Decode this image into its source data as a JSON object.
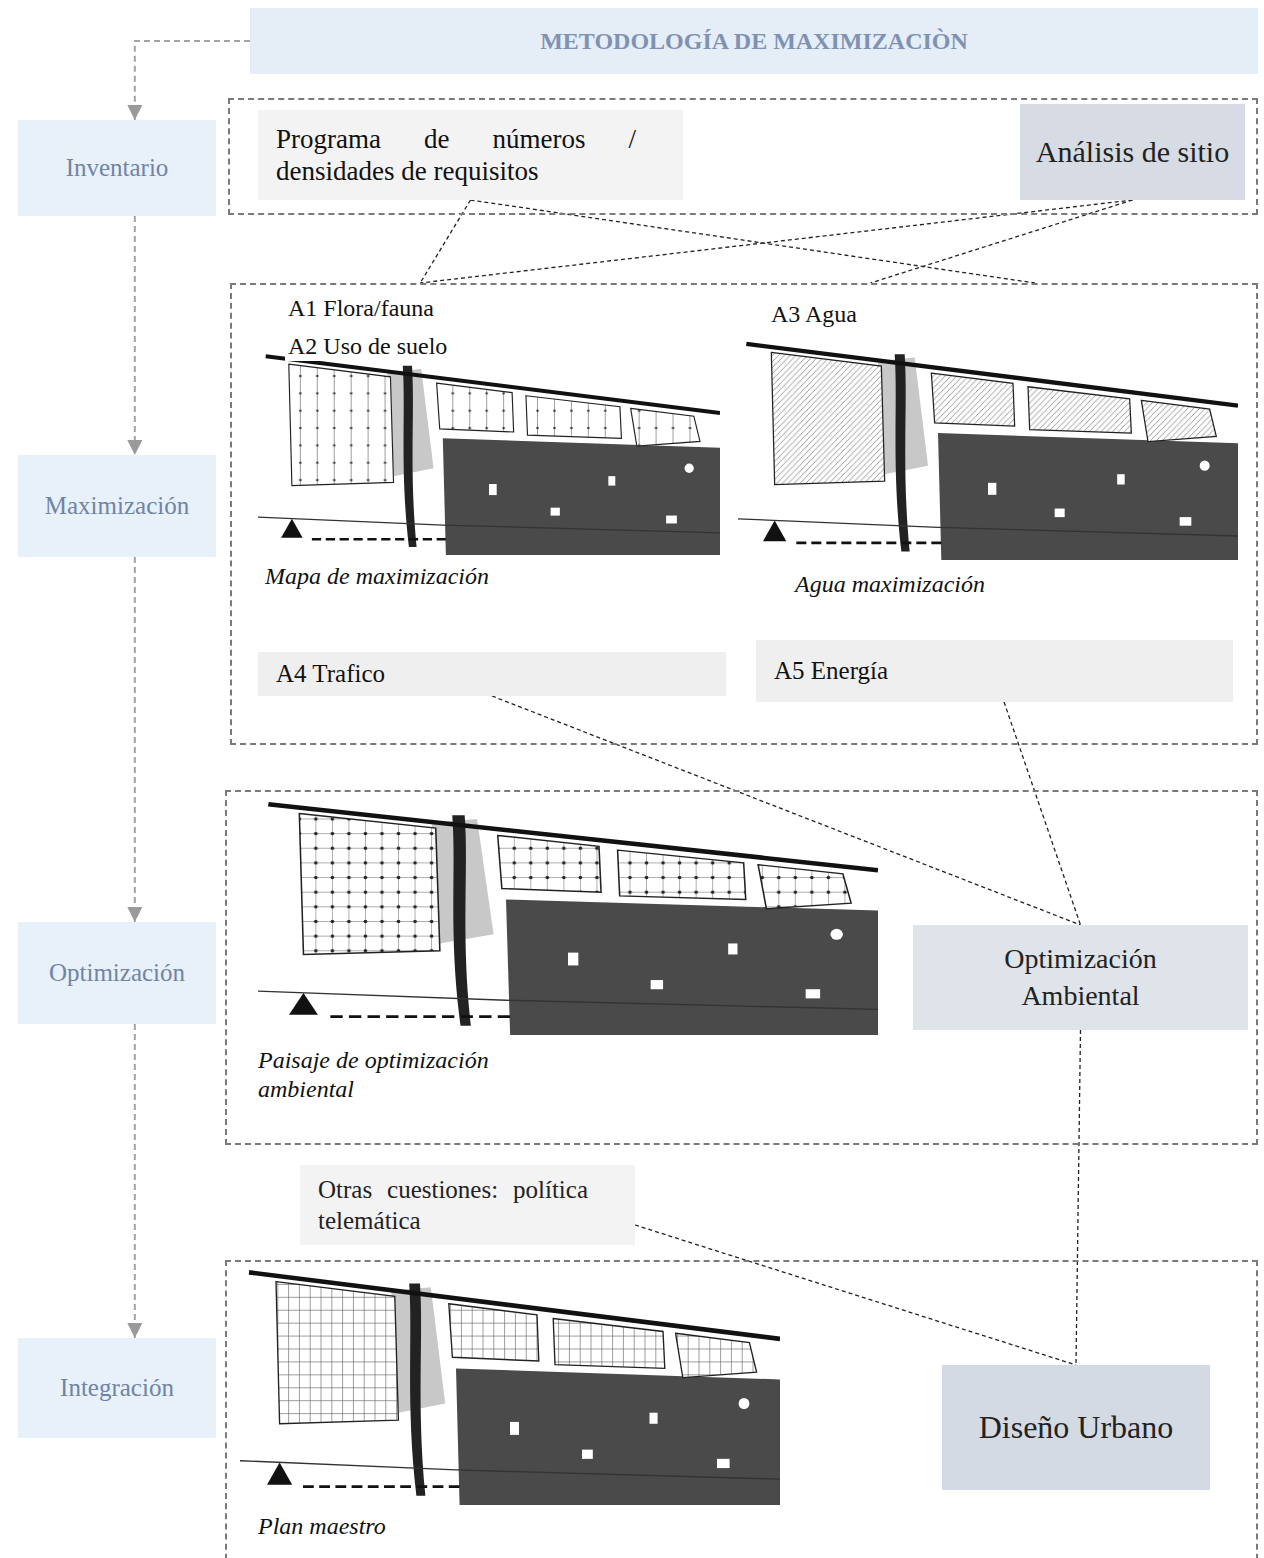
{
  "diagram": {
    "nodes": [
      {
        "text": [
          "METODOLOGÍA DE MAXIMIZACIÒN"
        ]
      },
      {
        "text": [
          "Inventario"
        ]
      },
      {
        "text": []
      },
      {
        "text": [
          "Programa de números / densidades de requisitos"
        ],
        "in": 2
      },
      {
        "text": [
          "Análisis de sitio"
        ],
        "in": 2
      },
      {
        "text": [
          "Maximización"
        ]
      },
      {
        "text": [
          "A1 Flora/fauna",
          "A2 Uso de suelo",
          "A3 Agua",
          "Mapa de maximización",
          "Agua maximización"
        ]
      },
      {
        "text": [
          "A4 Trafico"
        ],
        "in": 6
      },
      {
        "text": [
          "A5 Energía"
        ],
        "in": 6
      },
      {
        "text": [
          "Optimización"
        ]
      },
      {
        "text": [
          "Paisaje de optimización ambiental"
        ]
      },
      {
        "text": [
          "Optimización Ambiental"
        ],
        "in": 10
      },
      {
        "text": [
          "Otras cuestiones: política telemática"
        ]
      },
      {
        "text": [
          "Integración"
        ]
      },
      {
        "text": [
          "Plan maestro"
        ]
      },
      {
        "text": [
          "Diseño Urbano"
        ],
        "in": 14
      }
    ],
    "edges": [
      {
        "from": 0,
        "to": 1,
        "arrow": "to"
      },
      {
        "from": 1,
        "to": 5,
        "arrow": "to"
      },
      {
        "from": 5,
        "to": 9,
        "arrow": "to"
      },
      {
        "from": 9,
        "to": 13,
        "arrow": "to"
      },
      {
        "from": 3,
        "to": 6,
        "arrow": "none"
      },
      {
        "from": 3,
        "to": 6,
        "arrow": "none"
      },
      {
        "from": 4,
        "to": 6,
        "arrow": "none"
      },
      {
        "from": 4,
        "to": 6,
        "arrow": "none"
      },
      {
        "from": 7,
        "to": 11,
        "arrow": "none"
      },
      {
        "from": 8,
        "to": 11,
        "arrow": "none"
      },
      {
        "from": 11,
        "to": 15,
        "arrow": "none"
      },
      {
        "from": 12,
        "to": 15,
        "arrow": "none"
      }
    ]
  }
}
